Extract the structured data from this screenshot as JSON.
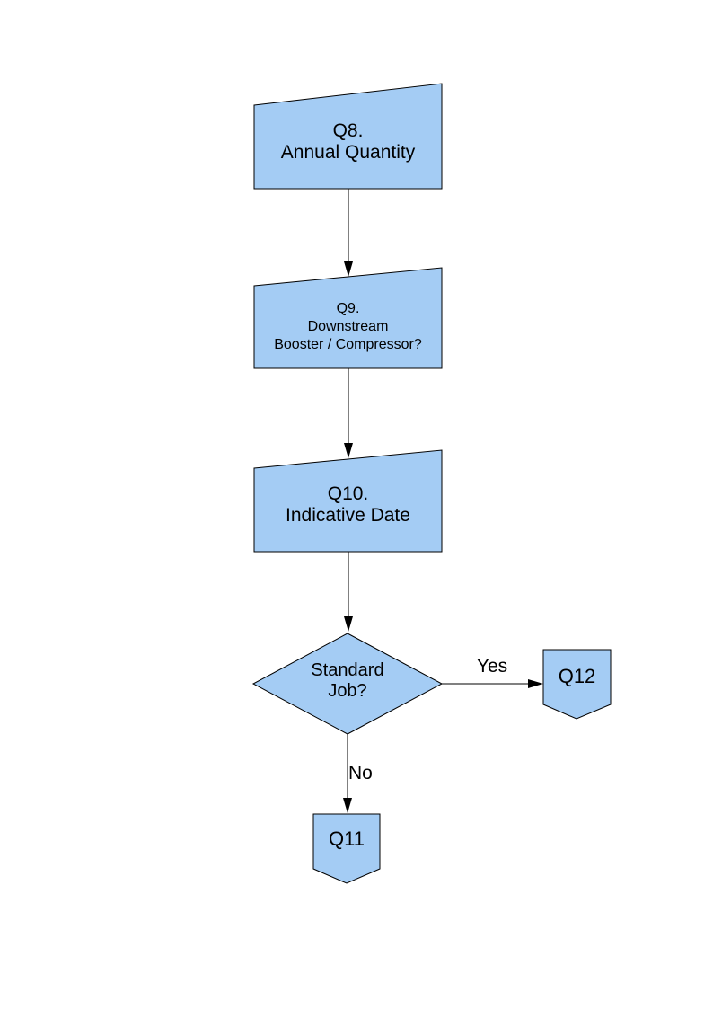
{
  "style": {
    "page_background": "#ffffff",
    "node_fill": "#a4ccf4",
    "node_border": "#000000",
    "line_color": "#000000",
    "text_color": "#000000"
  },
  "nodes": {
    "q8": {
      "shape": "manual-input",
      "lines": [
        "Q8.",
        "Annual Quantity"
      ]
    },
    "q9": {
      "shape": "manual-input",
      "lines": [
        "Q9.",
        "Downstream",
        "Booster / Compressor?"
      ]
    },
    "q10": {
      "shape": "manual-input",
      "lines": [
        "Q10.",
        "Indicative Date"
      ]
    },
    "decision": {
      "shape": "decision",
      "lines": [
        "Standard",
        "Job?"
      ]
    },
    "q12": {
      "shape": "off-page-connector",
      "label": "Q12"
    },
    "q11": {
      "shape": "off-page-connector",
      "label": "Q11"
    }
  },
  "edges": [
    {
      "from": "Q8",
      "to": "Q9",
      "label": ""
    },
    {
      "from": "Q9",
      "to": "Q10",
      "label": ""
    },
    {
      "from": "Q10",
      "to": "Standard Job?",
      "label": ""
    },
    {
      "from": "Standard Job?",
      "to": "Q12",
      "label": "Yes"
    },
    {
      "from": "Standard Job?",
      "to": "Q11",
      "label": "No"
    }
  ]
}
